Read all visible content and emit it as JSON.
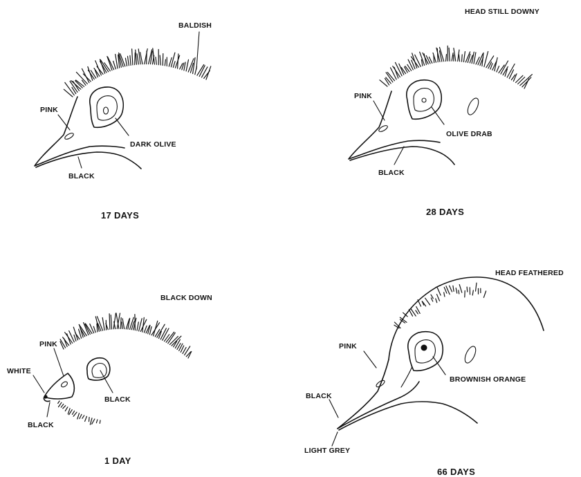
{
  "panels": [
    {
      "age": "17 DAYS",
      "labels": {
        "top": "BALDISH",
        "pink": "PINK",
        "eye": "DARK OLIVE",
        "bill": "BLACK"
      }
    },
    {
      "age": "28 DAYS",
      "labels": {
        "top": "HEAD STILL DOWNY",
        "pink": "PINK",
        "eye": "OLIVE DRAB",
        "bill": "BLACK"
      }
    },
    {
      "age": "1 DAY",
      "labels": {
        "top": "BLACK DOWN",
        "pink": "PINK",
        "white": "WHITE",
        "eye": "BLACK",
        "bill": "BLACK"
      }
    },
    {
      "age": "66 DAYS",
      "labels": {
        "top": "HEAD FEATHERED",
        "pink": "PINK",
        "eye": "BROWNISH ORANGE",
        "bill": "BLACK",
        "tip": "LIGHT GREY"
      }
    }
  ]
}
